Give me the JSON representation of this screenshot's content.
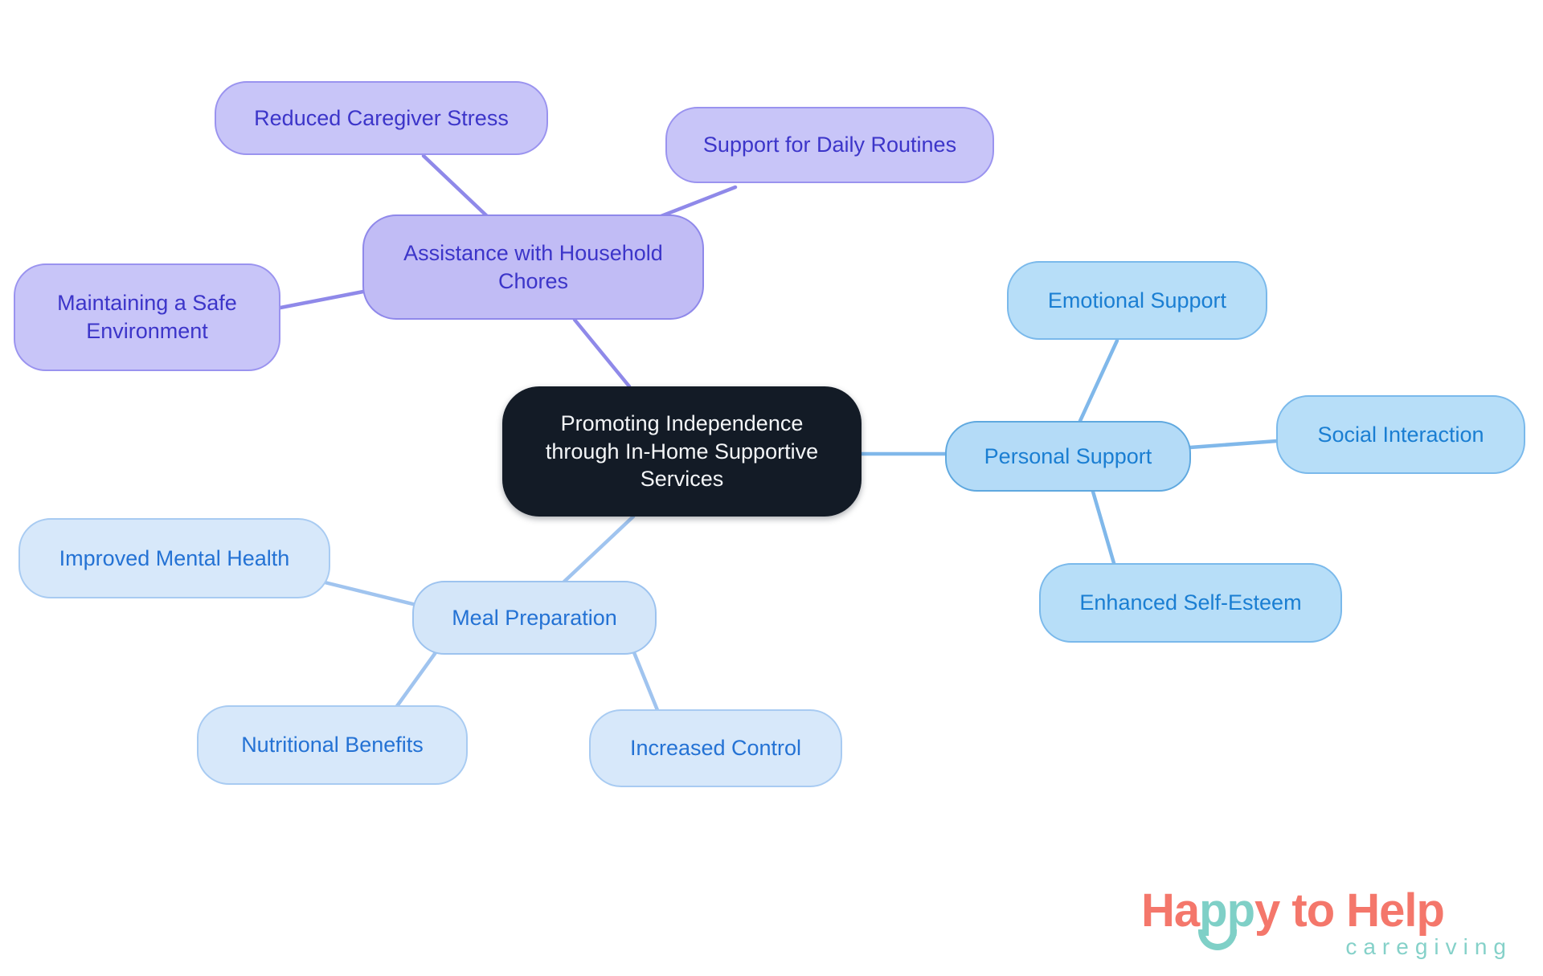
{
  "diagram": {
    "type": "mindmap",
    "background": "#ffffff",
    "nodes": {
      "root": {
        "label": "Promoting Independence through In-Home Supportive Services",
        "fill": "#131b26",
        "text_color": "#f4f6f8"
      },
      "household": {
        "label": "Assistance with Household Chores",
        "fill": "#c1bcf5",
        "border": "#8f88ea",
        "text_color": "#3c35c9"
      },
      "reduced": {
        "label": "Reduced Caregiver Stress",
        "fill": "#c8c5f8",
        "border": "#9a93ef",
        "text_color": "#3c35c9"
      },
      "daily": {
        "label": "Support for Daily Routines",
        "fill": "#c8c5f8",
        "border": "#9a93ef",
        "text_color": "#3c35c9"
      },
      "safe": {
        "label": "Maintaining a Safe Environment",
        "fill": "#c8c5f8",
        "border": "#9a93ef",
        "text_color": "#3c35c9"
      },
      "personal": {
        "label": "Personal Support",
        "fill": "#b4dbf7",
        "border": "#5fa8df",
        "text_color": "#1a7ed2"
      },
      "emotional": {
        "label": "Emotional Support",
        "fill": "#b7def8",
        "border": "#7ab9eb",
        "text_color": "#1a7ed2"
      },
      "social": {
        "label": "Social Interaction",
        "fill": "#b7def8",
        "border": "#7ab9eb",
        "text_color": "#1a7ed2"
      },
      "esteem": {
        "label": "Enhanced Self-Esteem",
        "fill": "#b7def8",
        "border": "#7ab9eb",
        "text_color": "#1a7ed2"
      },
      "meal": {
        "label": "Meal Preparation",
        "fill": "#d4e6f9",
        "border": "#9dc3ef",
        "text_color": "#2472d4"
      },
      "mental": {
        "label": "Improved Mental Health",
        "fill": "#d7e8fa",
        "border": "#a8cbf2",
        "text_color": "#2472d4"
      },
      "nutrition": {
        "label": "Nutritional Benefits",
        "fill": "#d7e8fa",
        "border": "#a8cbf2",
        "text_color": "#2472d4"
      },
      "control": {
        "label": "Increased Control",
        "fill": "#d7e8fa",
        "border": "#a8cbf2",
        "text_color": "#2472d4"
      }
    },
    "edge_colors": {
      "purple_branch": "#8f89e9",
      "blue_branch": "#80b8ea",
      "pale_blue_branch": "#a0c4ef"
    }
  },
  "logo": {
    "brand_part_1": "Ha",
    "brand_part_2": "pp",
    "brand_part_3": "y to Help",
    "tagline": "caregiving",
    "coral": "#f4776b",
    "teal": "#7fd0c7"
  }
}
